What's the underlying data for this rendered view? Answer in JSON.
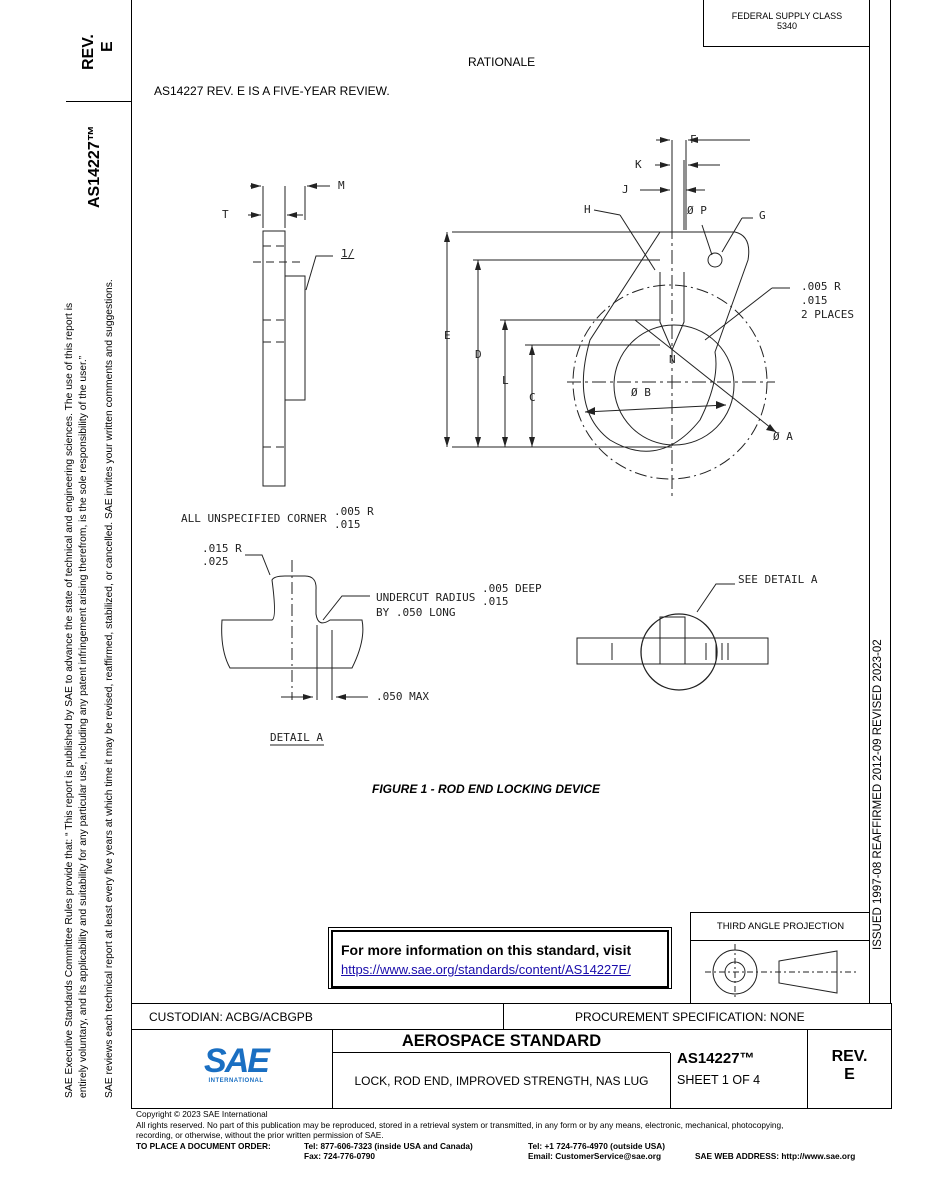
{
  "side": {
    "rev_label": "REV.",
    "rev_value": "E",
    "doc_number": "AS14227™",
    "disclaimer_line1": "SAE Executive Standards Committee Rules provide that: “ This report is published by SAE to advance the state of technical and engineering sciences. The use of this report is",
    "disclaimer_line2": "entirely voluntary, and its applicability and suitability for any particular use, including any patent infringement arising therefrom, is the sole responsibility of the user.”",
    "disclaimer_line3": "SAE reviews each technical report at least every five years at which time it may be revised, reaffirmed, stabilized, or cancelled. SAE invites your written comments and suggestions.",
    "history": "ISSUED 1997-08     REAFFIRMED 2012-09     REVISED 2023-02"
  },
  "header": {
    "supply_class_label": "FEDERAL SUPPLY CLASS",
    "supply_class_value": "5340",
    "rationale_title": "RATIONALE",
    "rationale_text": "AS14227 REV. E IS A FIVE-YEAR REVIEW."
  },
  "drawing": {
    "labels": {
      "M": "M",
      "T": "T",
      "note1": "1/",
      "F": "F",
      "K": "K",
      "J": "J",
      "H": "H",
      "P": "Ø P",
      "G": "G",
      "E": "E",
      "D": "D",
      "L": "L",
      "C": "C",
      "N": "N",
      "B": "Ø B",
      "A": "Ø A",
      "r_top": ".005",
      "r_bot": ".015",
      "r_R": "R",
      "places": "2 PLACES",
      "corner_text": "ALL UNSPECIFIED CORNER",
      "corner_top": ".005",
      "corner_bot": ".015",
      "corner_R": "R",
      "d_r_top": ".015",
      "d_r_bot": ".025",
      "d_R": "R",
      "undercut_line1": "UNDERCUT RADIUS",
      "undercut_line2": "BY .050 LONG",
      "undercut_top": ".005",
      "undercut_bot": ".015",
      "undercut_deep": "DEEP",
      "max": ".050 MAX",
      "detail_a": "DETAIL A",
      "see_detail": "SEE DETAIL A"
    },
    "figure_caption": "FIGURE 1 - ROD END LOCKING DEVICE"
  },
  "info_box": {
    "text": "For more information on this standard, visit",
    "link": "https://www.sae.org/standards/content/AS14227E/"
  },
  "projection": {
    "label": "THIRD ANGLE PROJECTION"
  },
  "title_block": {
    "custodian": "CUSTODIAN: ACBG/ACBGPB",
    "procurement": "PROCUREMENT SPECIFICATION: NONE",
    "logo_text": "SAE",
    "logo_sub": "INTERNATIONAL",
    "standard_type": "AEROSPACE STANDARD",
    "title": "LOCK, ROD END, IMPROVED STRENGTH, NAS LUG",
    "doc_number": "AS14227™",
    "sheet": "SHEET 1 OF 4",
    "rev_label": "REV.",
    "rev_value": "E"
  },
  "footer": {
    "copyright": "Copyright © 2023 SAE International",
    "rights_line1": "All rights reserved. No part of this publication may be reproduced, stored in a retrieval system or transmitted, in any form or by any means, electronic, mechanical, photocopying,",
    "rights_line2": "recording, or otherwise, without the prior written permission of SAE.",
    "order_label": "TO PLACE A DOCUMENT ORDER:",
    "tel_us": "Tel: 877-606-7323 (inside USA and Canada)",
    "fax": "Fax: 724-776-0790",
    "tel_intl": "Tel: +1 724-776-4970 (outside USA)",
    "email": "Email: CustomerService@sae.org",
    "web": "SAE WEB ADDRESS: http://www.sae.org"
  }
}
